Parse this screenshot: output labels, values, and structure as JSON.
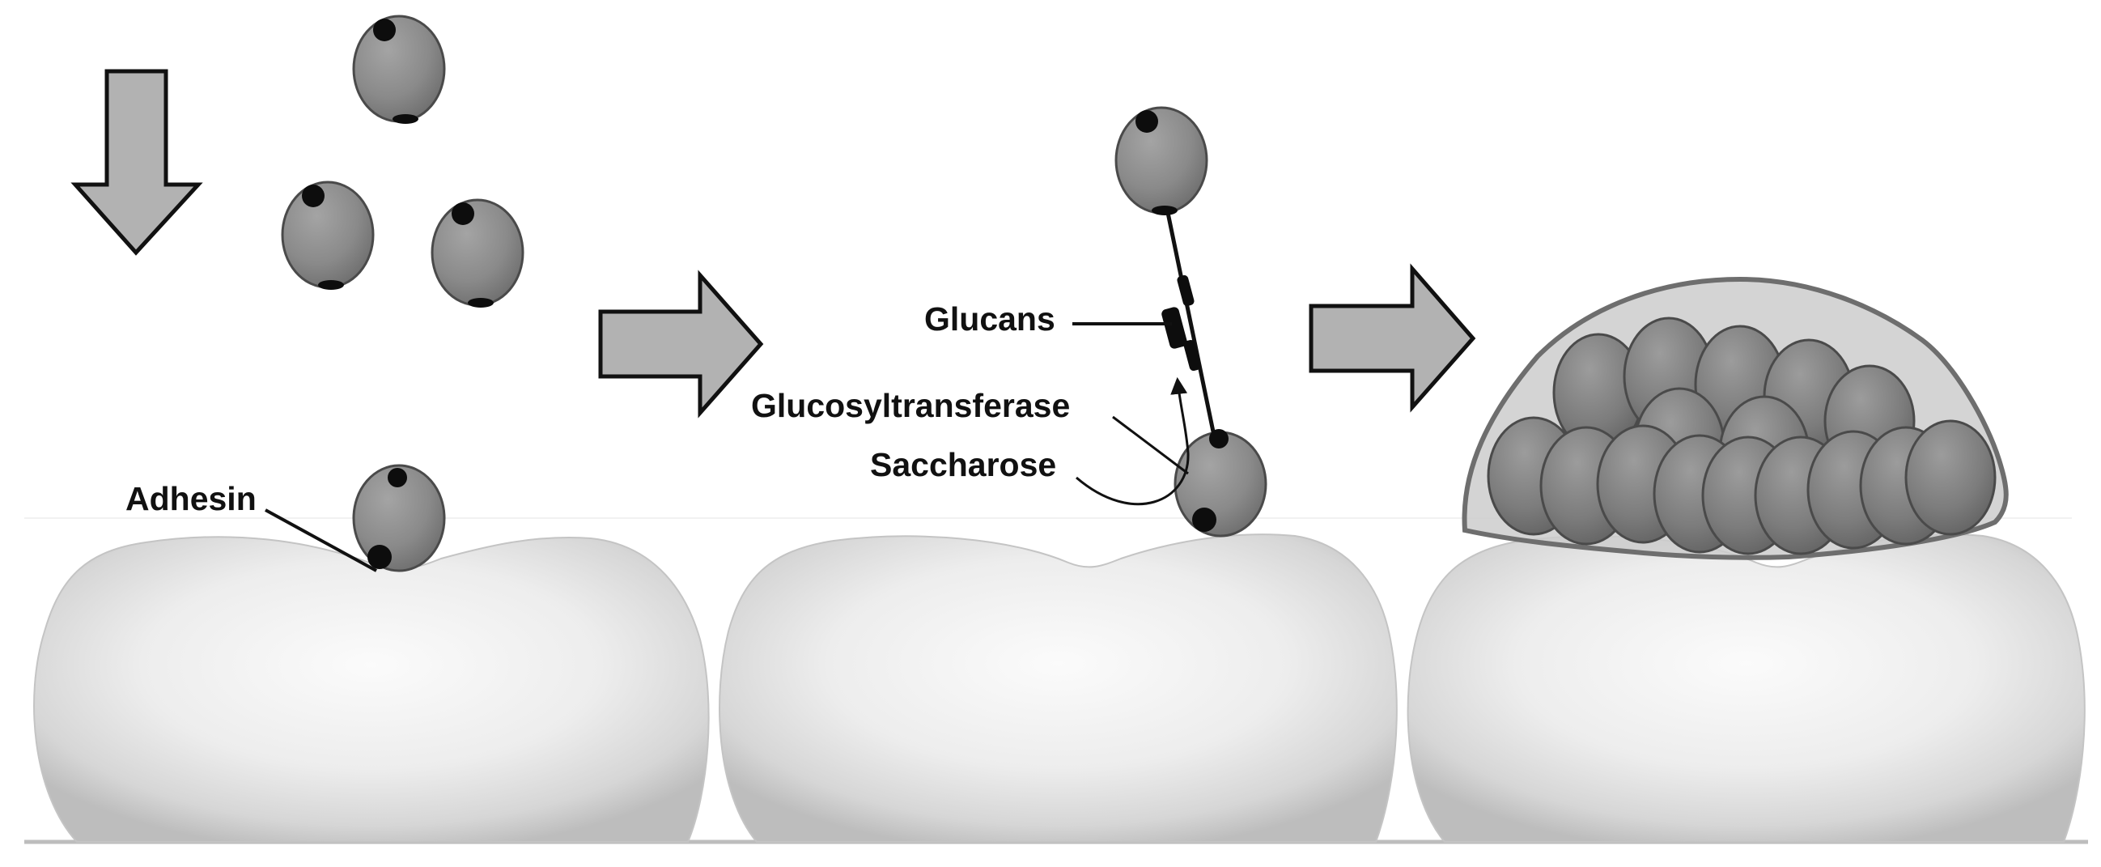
{
  "labels": {
    "adhesin": "Adhesin",
    "glucans": "Glucans",
    "glucosyltransferase": "Glucosyltransferase",
    "saccharose": "Saccharose"
  },
  "colors": {
    "bacterium": "#8a8a8a",
    "bacterium_outline": "#4a4a4a",
    "pole": "#0d0d0d",
    "tooth_light": "#f6f6f6",
    "tooth_shadow": "#c8c8c8",
    "arrow_fill": "#b2b2b2",
    "arrow_outline": "#111111",
    "biofilm_matrix": "#cdcdcd",
    "ground_line": "#bdbdbd"
  },
  "icons": {
    "flow_arrow": "arrow-right-icon",
    "deposition_arrow": "arrow-down-icon",
    "bacterium": "bacterium-icon",
    "tooth": "tooth-icon"
  }
}
